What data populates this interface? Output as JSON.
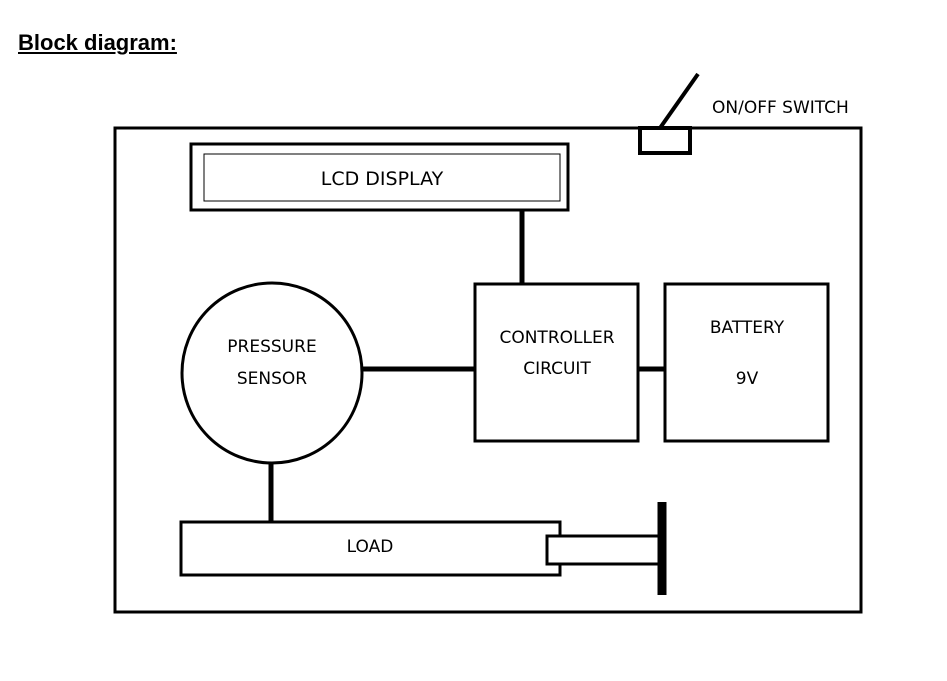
{
  "heading": "Block diagram:",
  "switch": {
    "label": "ON/OFF SWITCH"
  },
  "blocks": {
    "lcd": {
      "label": "LCD DISPLAY"
    },
    "sensor": {
      "line1": "PRESSURE",
      "line2": "SENSOR"
    },
    "controller": {
      "line1": "CONTROLLER",
      "line2": "CIRCUIT"
    },
    "battery": {
      "line1": "BATTERY",
      "line2": "9V"
    },
    "load": {
      "label": "LOAD"
    }
  },
  "colors": {
    "stroke": "#000000",
    "background": "#ffffff"
  }
}
